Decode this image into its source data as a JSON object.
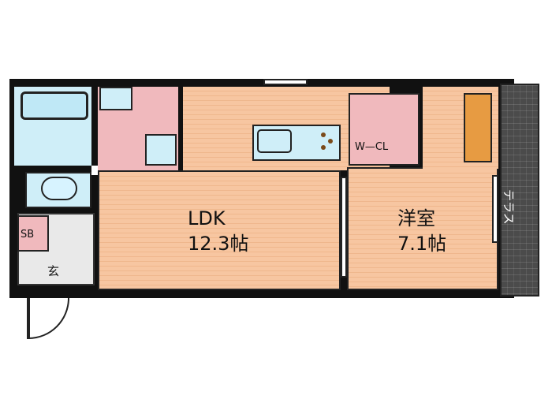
{
  "labels": {
    "ldk_name": "LDK",
    "ldk_size": "12.3帖",
    "western_name": "洋室",
    "western_size": "7.1帖",
    "walk_in_closet": "W—CL",
    "terrace": "テラス",
    "shoe_box": "SB",
    "entrance": "玄"
  },
  "colors": {
    "wall": "#111111",
    "floor": "#f7c6a1",
    "wet_area": "#f0b9bd",
    "fixture": "#cfeef8",
    "terrace": "#4b4b4b",
    "storage": "#e79b42"
  }
}
